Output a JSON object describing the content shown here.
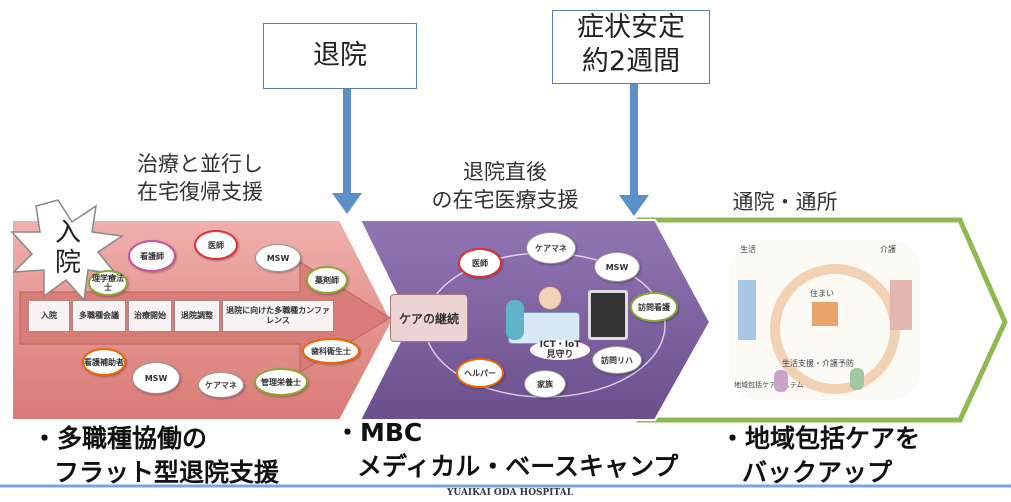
{
  "callouts": {
    "discharge": "退院",
    "stable_line1": "症状安定",
    "stable_line2": "約2週間"
  },
  "phases": {
    "p1_line1": "治療と並行し",
    "p1_line2": "在宅復帰支援",
    "p2_line1": "退院直後",
    "p2_line2": "の在宅医療支援",
    "p3": "通院・通所"
  },
  "admission": {
    "line1": "入",
    "line2": "院"
  },
  "stage1": {
    "nodes": [
      "看護師",
      "医師",
      "MSW",
      "薬剤師",
      "理学療法士",
      "歯科衛生士",
      "看護補助者",
      "ケアマネ",
      "管理栄養士",
      "MSW"
    ],
    "tiles": [
      "入院",
      "多職種会議",
      "治療開始",
      "退院調整",
      "退院に向けた多職種カンファレンス"
    ],
    "arrow_label": "ケアの継続"
  },
  "stage2": {
    "nodes": [
      "医師",
      "ケアマネ",
      "MSW",
      "訪問看護",
      "ヘルパー",
      "家族",
      "訪問リハ"
    ],
    "center_label": "見守り",
    "center_sub": "ICT・IoT"
  },
  "stage3": {
    "labels": [
      "生活",
      "介護",
      "住まい",
      "生活支援・介護予防",
      "地域包括ケアシステム"
    ]
  },
  "bottom": {
    "b1_line1": "・多職種協働の",
    "b1_line2": "フラット型退院支援",
    "b2_line1": "・MBC",
    "b2_line2": "メディカル・ベースキャンプ",
    "b3_line1": "・地域包括ケアを",
    "b3_line2": "バックアップ"
  },
  "footer": "YUAIKAI ODA HOSPITAL",
  "colors": {
    "stage1": "#e08a86",
    "stage2": "#7e5f9f",
    "stage3_border": "#8fba4f",
    "arrow": "#5b8fc8"
  }
}
